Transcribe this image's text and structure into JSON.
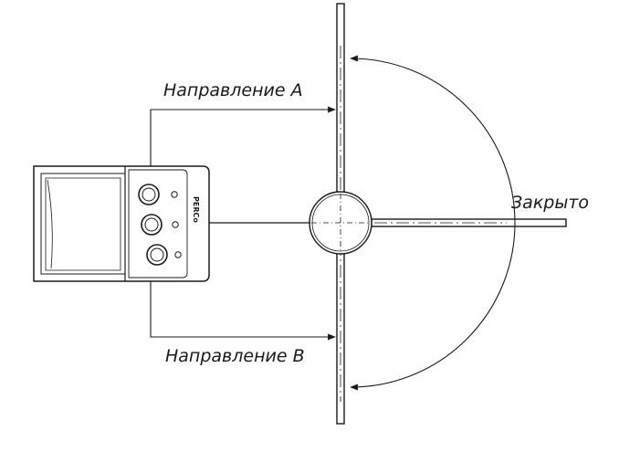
{
  "labels": {
    "direction_a": "Направление А",
    "direction_b": "Направление В",
    "closed": "Закрыто"
  },
  "device": {
    "brand_mark": "PERCo"
  },
  "colors": {
    "stroke": "#1a1a1a",
    "background": "#ffffff"
  }
}
